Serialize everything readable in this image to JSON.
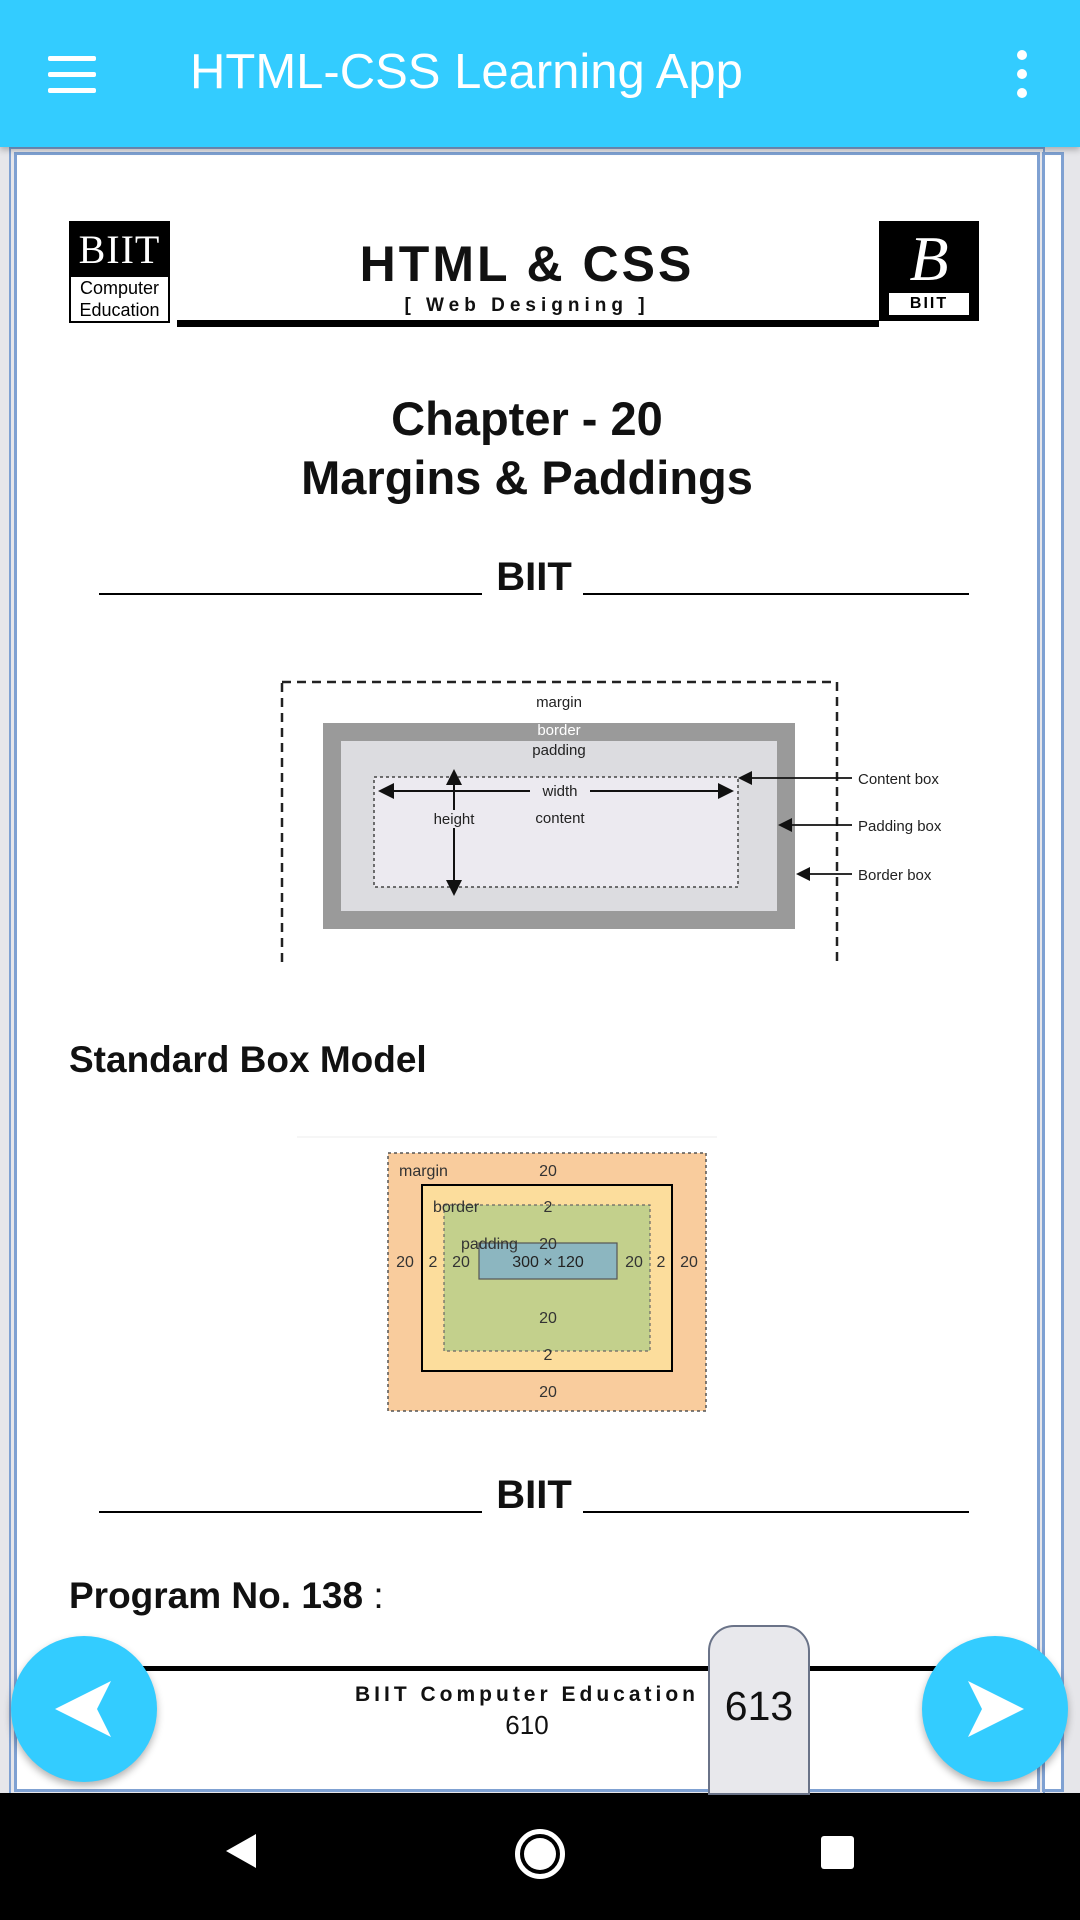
{
  "app_bar": {
    "title": "HTML-CSS Learning App"
  },
  "page": {
    "header": {
      "left_logo": {
        "top": "BIIT",
        "line1": "Computer",
        "line2": "Education"
      },
      "right_logo": {
        "mono": "B",
        "tag": "BIIT"
      },
      "title": "HTML  &  CSS",
      "subtitle": "[ Web  Designing ]"
    },
    "chapter_number": "Chapter - 20",
    "chapter_title": "Margins  &  Paddings",
    "separator_label": "BIIT",
    "figure1": {
      "labels": {
        "margin": "margin",
        "border": "border",
        "padding": "padding",
        "width": "width",
        "height": "height",
        "content": "content",
        "content_box": "Content box",
        "padding_box": "Padding box",
        "border_box": "Border box"
      }
    },
    "section_heading": "Standard Box Model",
    "figure2": {
      "margin_label": "margin",
      "border_label": "border",
      "padding_label": "padding",
      "margin": "20",
      "border": "2",
      "padding": "20",
      "content": "300 × 120"
    },
    "program_label": "Program No. 138",
    "program_suffix": " :",
    "footer_text": "BIIT  Computer  Education",
    "footer_page": "610"
  },
  "nav": {
    "current_page": "613"
  },
  "colors": {
    "accent": "#33ccff",
    "page_border": "#7fa1d2"
  }
}
